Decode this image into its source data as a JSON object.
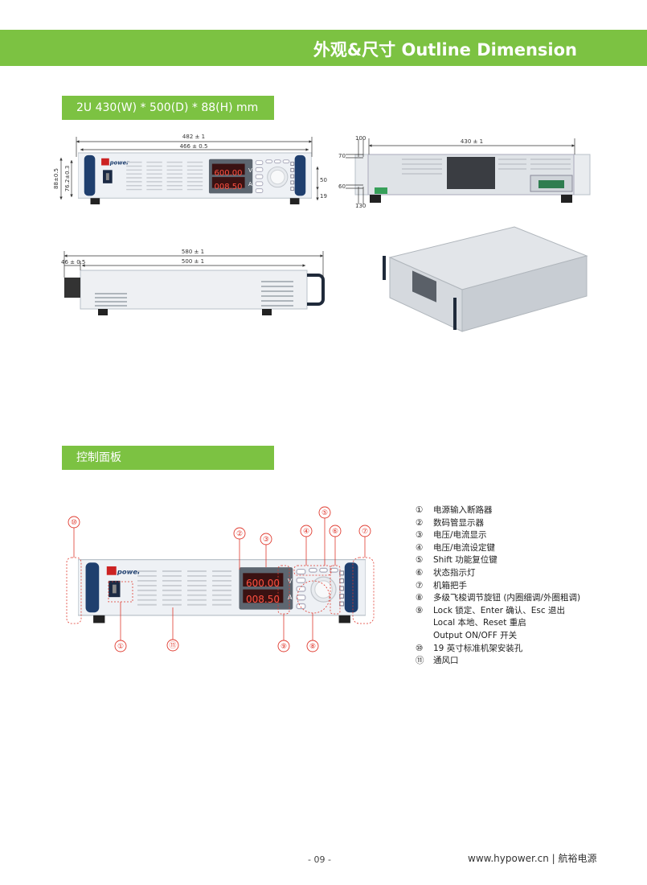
{
  "header": {
    "title": "外观&尺寸  Outline Dimension"
  },
  "section1": {
    "title": "2U    430(W) * 500(D) * 88(H) mm"
  },
  "section2": {
    "title": "控制面板"
  },
  "dimensions": {
    "front": {
      "overall_width": "482 ± 1",
      "rack_width": "466 ± 0.5",
      "overall_height": "88±0.5",
      "panel_height": "76.2±0.3",
      "upper": "50",
      "lower": "19"
    },
    "rear": {
      "width": "430 ± 1",
      "top_offset": "100",
      "top_hole": "70",
      "bottom_hole": "60",
      "bottom_offset": "130"
    },
    "side": {
      "overall_depth": "580 ± 1",
      "body_depth": "500 ± 1",
      "front_offset": "46 ± 0.5"
    }
  },
  "display": {
    "voltage": "600.00",
    "current": "008.50",
    "voltage_unit": "V",
    "current_unit": "A",
    "title": "DC POWER SUPPLY"
  },
  "callouts": [
    "①",
    "②",
    "③",
    "④",
    "⑤",
    "⑥",
    "⑦",
    "⑧",
    "⑨",
    "⑩",
    "⑪"
  ],
  "legend": [
    {
      "n": "①",
      "text": "电源输入断路器"
    },
    {
      "n": "②",
      "text": "数码管显示器"
    },
    {
      "n": "③",
      "text": "电压/电流显示"
    },
    {
      "n": "④",
      "text": "电压/电流设定键"
    },
    {
      "n": "⑤",
      "text": "Shift 功能复位键"
    },
    {
      "n": "⑥",
      "text": "状态指示灯"
    },
    {
      "n": "⑦",
      "text": "机箱把手"
    },
    {
      "n": "⑧",
      "text": "多级飞梭调节旋钮 (内圈细调/外圈粗调)"
    },
    {
      "n": "⑨",
      "text": "Lock 锁定、Enter 确认、Esc 退出"
    },
    {
      "n": "",
      "text": "Local 本地、Reset 重启"
    },
    {
      "n": "",
      "text": "Output ON/OFF 开关"
    },
    {
      "n": "⑩",
      "text": "19 英寸标准机架安装孔"
    },
    {
      "n": "⑪",
      "text": "通风口"
    }
  ],
  "footer": {
    "page": "- 09 -",
    "site": "www.hypower.cn  |  航裕电源"
  },
  "colors": {
    "accent": "#7cc242",
    "callout": "#e03a2f",
    "display": "#e8382e"
  }
}
